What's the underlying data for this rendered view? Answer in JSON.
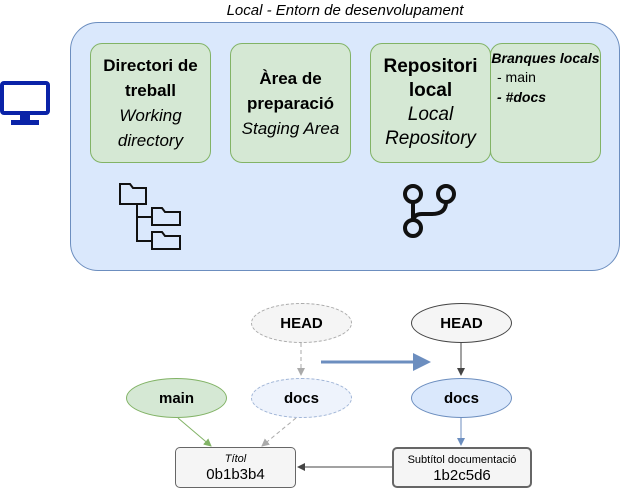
{
  "environment": {
    "title": "Local - Entorn de desenvolupament"
  },
  "areas": {
    "working": {
      "title": "Directori de treball",
      "subtitle": "Working directory"
    },
    "staging": {
      "title": "Àrea de preparació",
      "subtitle": "Staging Area"
    },
    "repo": {
      "title": "Repositori local",
      "subtitle": "Local Repository"
    },
    "branches": {
      "heading": "Branques locals",
      "items": [
        "- main",
        "- #docs"
      ]
    }
  },
  "graph": {
    "left": {
      "head": "HEAD",
      "main": "main",
      "docs": "docs"
    },
    "right": {
      "head": "HEAD",
      "docs": "docs"
    },
    "commits": [
      {
        "label": "Títol",
        "hash": "0b1b3b4"
      },
      {
        "label": "Subtítol documentació",
        "hash": "1b2c5d6"
      }
    ]
  },
  "icons": [
    "computer-icon",
    "folder-tree-icon",
    "git-branch-icon"
  ],
  "colors": {
    "env_fill": "#dae8fc",
    "env_stroke": "#6c8ebf",
    "area_fill": "#d5e8d4",
    "area_stroke": "#82b366",
    "arrow": "#6c8ebf"
  }
}
